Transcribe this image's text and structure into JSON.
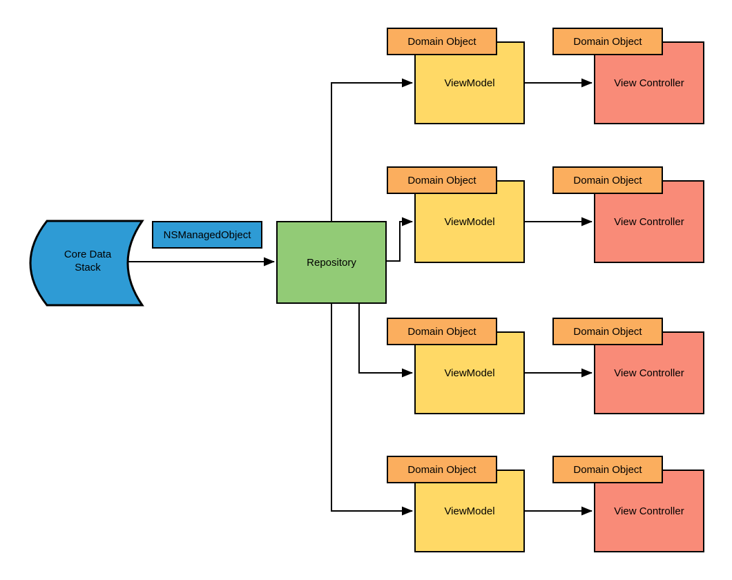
{
  "diagram": {
    "colors": {
      "blue": "#2E9BD5",
      "green": "#92CB76",
      "yellow": "#FFD966",
      "orange": "#FBAE5E",
      "salmon": "#F98B78",
      "stroke": "#000000",
      "background": "#FFFFFF"
    },
    "nodes": {
      "core_data_stack": {
        "label": "Core Data\nStack"
      },
      "nsmanagedobject": {
        "label": "NSManagedObject"
      },
      "repository": {
        "label": "Repository"
      }
    },
    "rows": [
      {
        "viewmodel_tab": "Domain Object",
        "viewmodel_label": "ViewModel",
        "view_controller_tab": "Domain Object",
        "view_controller_label": "View Controller"
      },
      {
        "viewmodel_tab": "Domain Object",
        "viewmodel_label": "ViewModel",
        "view_controller_tab": "Domain Object",
        "view_controller_label": "View Controller"
      },
      {
        "viewmodel_tab": "Domain Object",
        "viewmodel_label": "ViewModel",
        "view_controller_tab": "Domain Object",
        "view_controller_label": "View Controller"
      },
      {
        "viewmodel_tab": "Domain Object",
        "viewmodel_label": "ViewModel",
        "view_controller_tab": "Domain Object",
        "view_controller_label": "View Controller"
      }
    ]
  }
}
